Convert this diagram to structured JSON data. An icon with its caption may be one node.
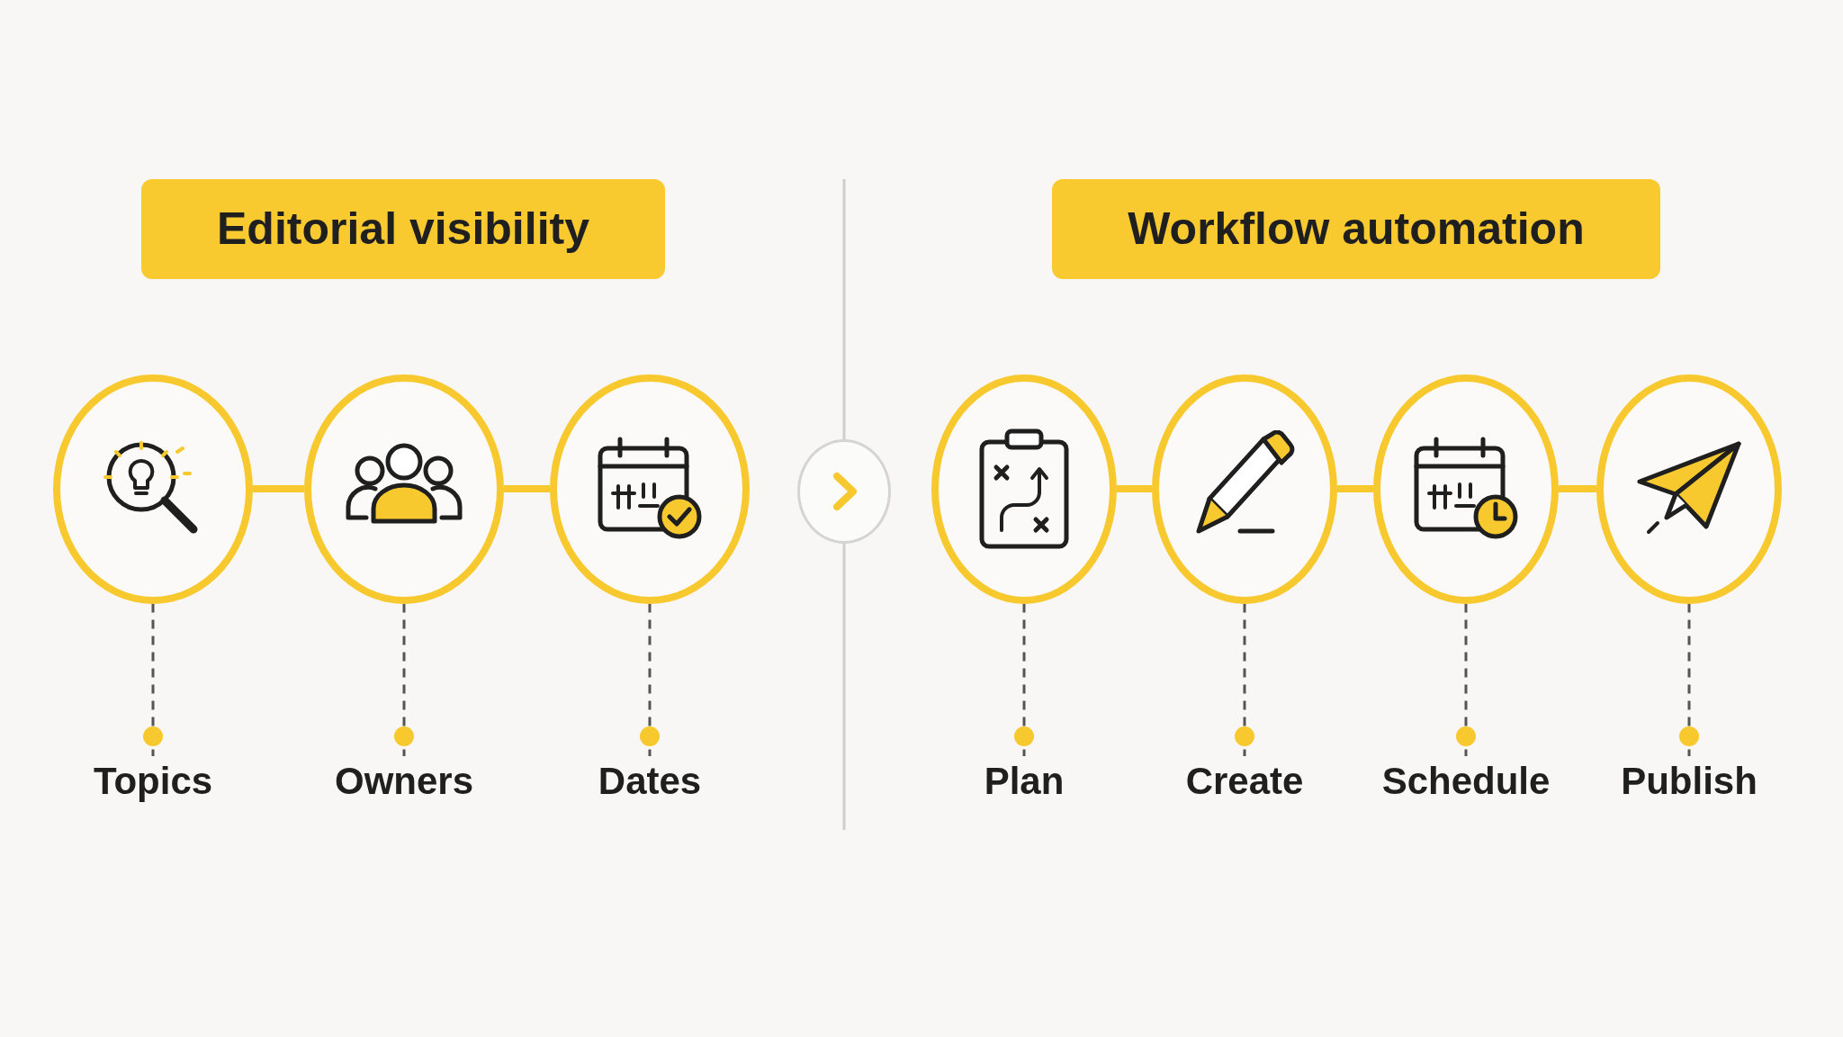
{
  "diagram": {
    "nodes": [
      {
        "text": [
          "Editorial visibility"
        ]
      },
      {
        "text": [
          "Workflow automation"
        ]
      },
      {
        "text": [],
        "shape": "circle"
      },
      {
        "text": [],
        "shape": "circle"
      },
      {
        "text": [],
        "shape": "circle"
      },
      {
        "text": [],
        "shape": "circle"
      },
      {
        "text": [],
        "shape": "circle"
      },
      {
        "text": [],
        "shape": "circle"
      },
      {
        "text": [],
        "shape": "circle"
      },
      {
        "text": [],
        "shape": "circle"
      },
      {
        "text": [
          "Topics"
        ]
      },
      {
        "text": [
          "Owners"
        ]
      },
      {
        "text": [
          "Dates"
        ]
      },
      {
        "text": [
          "Plan"
        ]
      },
      {
        "text": [
          "Create"
        ]
      },
      {
        "text": [
          "Schedule"
        ]
      },
      {
        "text": [
          "Publish"
        ]
      }
    ],
    "edges": [
      {
        "from": 2,
        "to": 3,
        "arrow": "none",
        "style": "thick",
        "color": "#f8c92e"
      },
      {
        "from": 3,
        "to": 4,
        "arrow": "none",
        "style": "thick",
        "color": "#f8c92e"
      },
      {
        "from": 6,
        "to": 7,
        "arrow": "none",
        "style": "thick",
        "color": "#f8c92e"
      },
      {
        "from": 7,
        "to": 8,
        "arrow": "none",
        "style": "thick",
        "color": "#f8c92e"
      },
      {
        "from": 8,
        "to": 9,
        "arrow": "none",
        "style": "thick",
        "color": "#f8c92e"
      },
      {
        "from": 2,
        "to": 10,
        "arrow": "other",
        "style": "dashed"
      },
      {
        "from": 3,
        "to": 11,
        "arrow": "other",
        "style": "dashed"
      },
      {
        "from": 4,
        "to": 12,
        "arrow": "other",
        "style": "dashed"
      },
      {
        "from": 6,
        "to": 13,
        "arrow": "other",
        "style": "dashed"
      },
      {
        "from": 7,
        "to": 14,
        "arrow": "other",
        "style": "dashed"
      },
      {
        "from": 8,
        "to": 15,
        "arrow": "other",
        "style": "dashed"
      },
      {
        "from": 9,
        "to": 16,
        "arrow": "other",
        "style": "dashed"
      }
    ]
  }
}
